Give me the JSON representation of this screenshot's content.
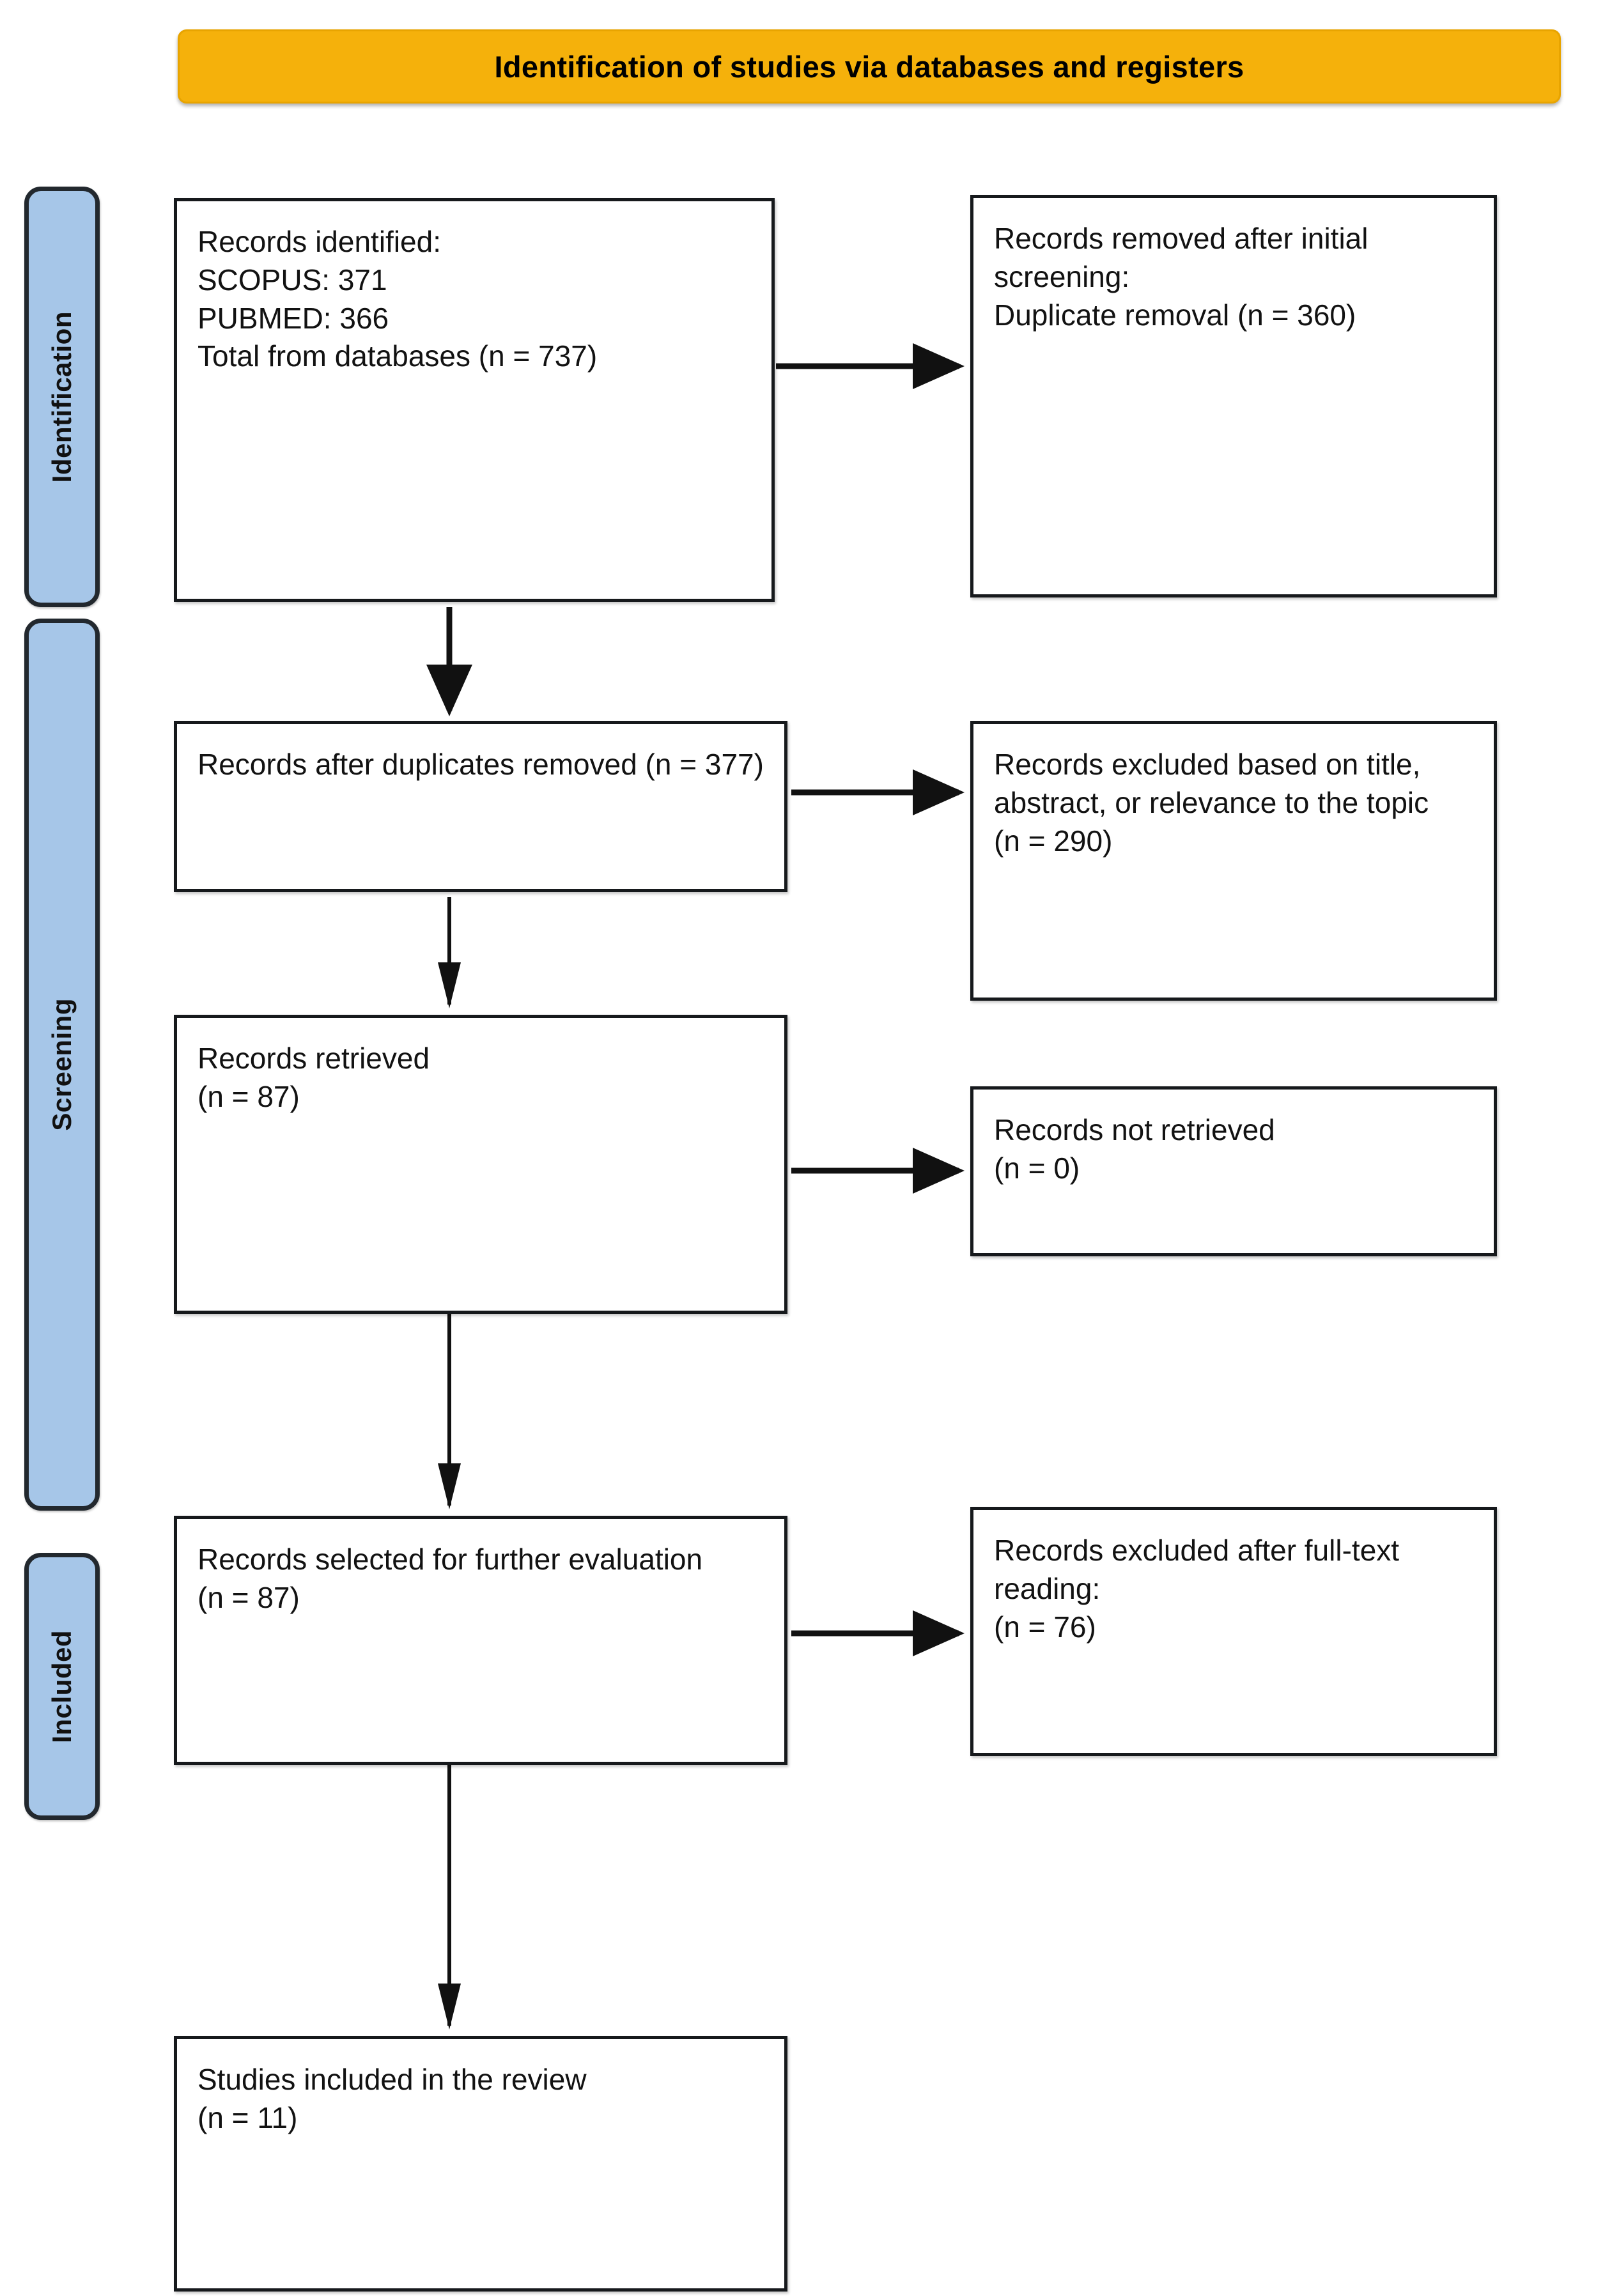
{
  "banner": {
    "title": "Identification of studies via databases and registers",
    "color": "#F5B10B"
  },
  "stages": [
    {
      "id": "identification",
      "label": "Identification",
      "color": "#A6C6E8"
    },
    {
      "id": "screening",
      "label": "Screening",
      "color": "#A6C6E8"
    },
    {
      "id": "included",
      "label": "Included",
      "color": "#A6C6E8"
    }
  ],
  "boxes": {
    "identified": {
      "text": "Records identified:\nSCOPUS: 371\nPUBMED: 366\nTotal from databases (n = 737)"
    },
    "removed": {
      "text": "Records removed after initial screening:\nDuplicate removal (n = 360)"
    },
    "after_duplicates": {
      "text": "Records after duplicates removed (n = 377)"
    },
    "excluded_title": {
      "text": "Records excluded based on title, abstract, or relevance to the topic\n(n = 290)"
    },
    "retrieved": {
      "text": "Records retrieved\n(n = 87)"
    },
    "not_retrieved": {
      "text": "Records not retrieved\n(n = 0)"
    },
    "selected": {
      "text": "Records selected for further evaluation\n(n = 87)"
    },
    "excluded_fulltext": {
      "text": "Records excluded after full-text reading:\n(n = 76)"
    },
    "included_studies": {
      "text": "Studies included in the review\n(n = 11)"
    }
  },
  "chart_data": {
    "type": "flowchart",
    "title": "Identification of studies via databases and registers",
    "stages": [
      "Identification",
      "Screening",
      "Included"
    ],
    "nodes": [
      {
        "id": "identified",
        "stage": "Identification",
        "label": "Records identified",
        "sources": [
          {
            "name": "SCOPUS",
            "n": 371
          },
          {
            "name": "PUBMED",
            "n": 366
          }
        ],
        "n": 737
      },
      {
        "id": "removed",
        "stage": "Identification",
        "label": "Records removed after initial screening: Duplicate removal",
        "n": 360
      },
      {
        "id": "after_duplicates",
        "stage": "Screening",
        "label": "Records after duplicates removed",
        "n": 377
      },
      {
        "id": "excluded_title",
        "stage": "Screening",
        "label": "Records excluded based on title, abstract, or relevance to the topic",
        "n": 290
      },
      {
        "id": "retrieved",
        "stage": "Screening",
        "label": "Records retrieved",
        "n": 87
      },
      {
        "id": "not_retrieved",
        "stage": "Screening",
        "label": "Records not retrieved",
        "n": 0
      },
      {
        "id": "selected",
        "stage": "Included",
        "label": "Records selected for further evaluation",
        "n": 87
      },
      {
        "id": "excluded_fulltext",
        "stage": "Included",
        "label": "Records excluded after full-text reading",
        "n": 76
      },
      {
        "id": "included_studies",
        "stage": "Included",
        "label": "Studies included in the review",
        "n": 11
      }
    ],
    "edges": [
      {
        "from": "identified",
        "to": "removed",
        "direction": "right"
      },
      {
        "from": "identified",
        "to": "after_duplicates",
        "direction": "down"
      },
      {
        "from": "after_duplicates",
        "to": "excluded_title",
        "direction": "right"
      },
      {
        "from": "after_duplicates",
        "to": "retrieved",
        "direction": "down"
      },
      {
        "from": "retrieved",
        "to": "not_retrieved",
        "direction": "right"
      },
      {
        "from": "retrieved",
        "to": "selected",
        "direction": "down"
      },
      {
        "from": "selected",
        "to": "excluded_fulltext",
        "direction": "right"
      },
      {
        "from": "selected",
        "to": "included_studies",
        "direction": "down"
      }
    ]
  }
}
